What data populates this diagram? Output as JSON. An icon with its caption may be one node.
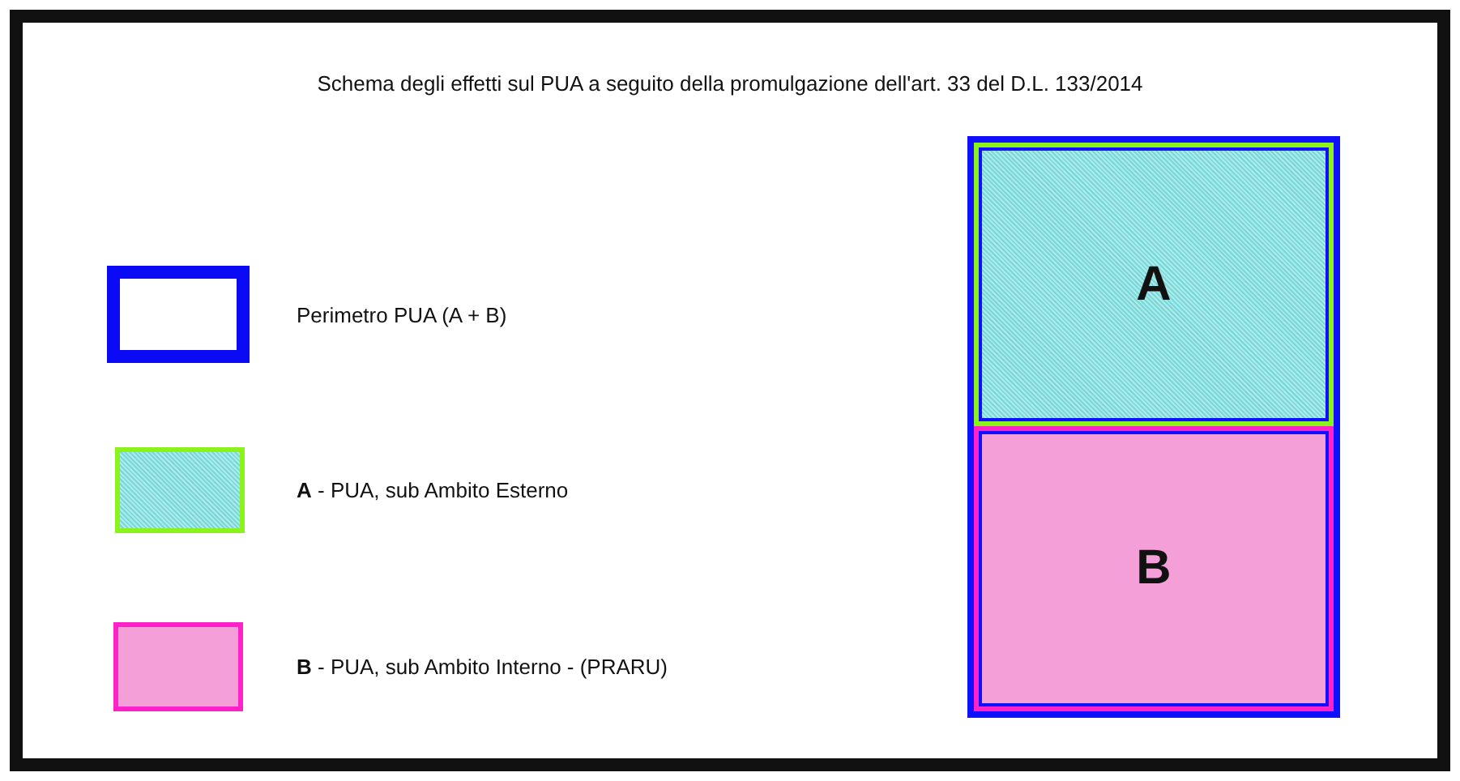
{
  "diagram": {
    "title": "Schema degli effetti sul PUA a seguito della promulgazione dell'art. 33 del D.L. 133/2014",
    "nodes": [
      {
        "text": [],
        "shape": "box"
      },
      {
        "text": [
          "A"
        ],
        "in": 0
      },
      {
        "text": [
          "B"
        ],
        "in": 0
      }
    ],
    "legend": [
      {
        "text": "Perimetro PUA (A + B)"
      },
      {
        "text": "**A** - PUA, sub Ambito Esterno",
        "color": "#a6ecec"
      },
      {
        "text": "**B** - PUA, sub Ambito Interno - (PRARU)",
        "color": "#f59fd8"
      }
    ]
  }
}
